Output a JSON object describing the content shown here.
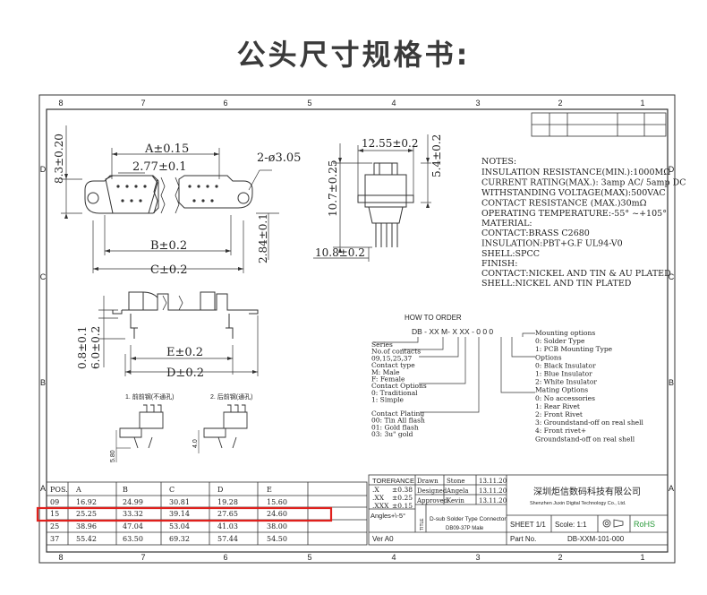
{
  "page": {
    "title": "公头尺寸规格书:"
  },
  "frame": {
    "cols": [
      "8",
      "7",
      "6",
      "5",
      "4",
      "3",
      "2",
      "1"
    ],
    "rows": [
      "D",
      "C",
      "B",
      "A"
    ]
  },
  "dims": {
    "top_height": "8.3±0.20",
    "a": "A±0.15",
    "pitch": "2.77±0.1",
    "holes": "2-ø3.05",
    "b": "B±0.2",
    "c": "C±0.2",
    "side_h": "2.84±0.1",
    "side_h2": "10.7±0.25",
    "side_w": "12.55±0.2",
    "side_d": "5.4±0.2",
    "side_bottom": "10.8±0.2",
    "f_h1": "0.8±0.1",
    "f_h2": "6.0±0.2",
    "e": "E±0.2",
    "d": "D±0.2"
  },
  "notes": {
    "title": "NOTES:",
    "lines": [
      "INSULATION RESISTANCE(MIN.):1000MΩ",
      "CURRENT RATING(MAX.): 3amp AC/ 5amp DC",
      "WITHSTANDING VOLTAGE(MAX):500VAC",
      "CONTACT RESISTANCE (MAX.)30mΩ",
      "OPERATING TEMPERATURE:-55° ~+105°"
    ],
    "material_title": "MATERIAL:",
    "material": [
      "CONTACT:BRASS C2680",
      "INSULATION:PBT+G.F UL94-V0",
      "SHELL:SPCC"
    ],
    "finish_title": "FINISH:",
    "finish": [
      "CONTACT:NICKEL AND TIN & AU PLATED",
      "SHELL:NICKEL AND TIN PLATED"
    ]
  },
  "order": {
    "title": "HOW TO ORDER",
    "code": "DB - XX M- X XX - 0 0 0",
    "left_lines": [
      "Series",
      "No.of contacts",
      "09,15,25,37",
      "Contact type",
      "M: Male",
      "F: Female",
      "Contact Options",
      "0: Traditional",
      "1: Simple",
      "",
      "Contact Plating",
      "00: Tin All flash",
      "01: Gold flash",
      "03: 3u\" gold"
    ],
    "right_lines": [
      "Mounting options",
      "0: Solder Type",
      "1: PCB Mounting Type",
      "Options",
      "0: Black Insulator",
      "1: Blue Insulator",
      "2: White Insulator",
      "Mating Options",
      "0: No accessories",
      "1: Rear Rivet",
      "2: Front Rivet",
      "3: Groundstand-off on real shell",
      "4: Front rivet+",
      "   Groundstand-off on real shell"
    ]
  },
  "views": {
    "front": "1. 前前钢(不通孔)",
    "rear": "2. 后前钢(通孔)",
    "h1": "5.80",
    "h2": "4.0"
  },
  "table": {
    "headers": [
      "POS.",
      "A",
      "B",
      "C",
      "D",
      "E"
    ],
    "rows": [
      [
        "09",
        "16.92",
        "24.99",
        "30.81",
        "19.28",
        "15.60"
      ],
      [
        "15",
        "25.25",
        "33.32",
        "39.14",
        "27.65",
        "24.60"
      ],
      [
        "25",
        "38.96",
        "47.04",
        "53.04",
        "41.03",
        "38.00"
      ],
      [
        "37",
        "55.42",
        "63.50",
        "69.32",
        "57.44",
        "54.50"
      ]
    ],
    "highlight_row": 1,
    "highlight_color": "#e0201c"
  },
  "title_block": {
    "tolerance_label": "TORERANCE",
    "tol_rows": [
      [
        ".X",
        "±0.38"
      ],
      [
        ".XX",
        "±0.25"
      ],
      [
        ".XXX",
        "±0.15"
      ]
    ],
    "angles": "Angles+\\-5°",
    "people": [
      [
        "Drawn",
        "Stone",
        "13.11.20"
      ],
      [
        "Designed",
        "Angela",
        "13.11.20"
      ],
      [
        "Approved",
        "Kevin",
        "13.11.20"
      ]
    ],
    "company_cn": "深圳炬信数码科技有限公司",
    "company_en": "Shenzhen Juxin Digital Technology Co., Ltd.",
    "title_label": "TITLE",
    "product": "D-sub Solder Type Connector",
    "model": "DB09-37P Male",
    "sheet": "SHEET 1/1",
    "scale": "Scole: 1:1",
    "rohs": "RoHS",
    "ver": "Ver A0",
    "part_label": "Part No.",
    "part_no": "DB-XXM-101-000"
  }
}
